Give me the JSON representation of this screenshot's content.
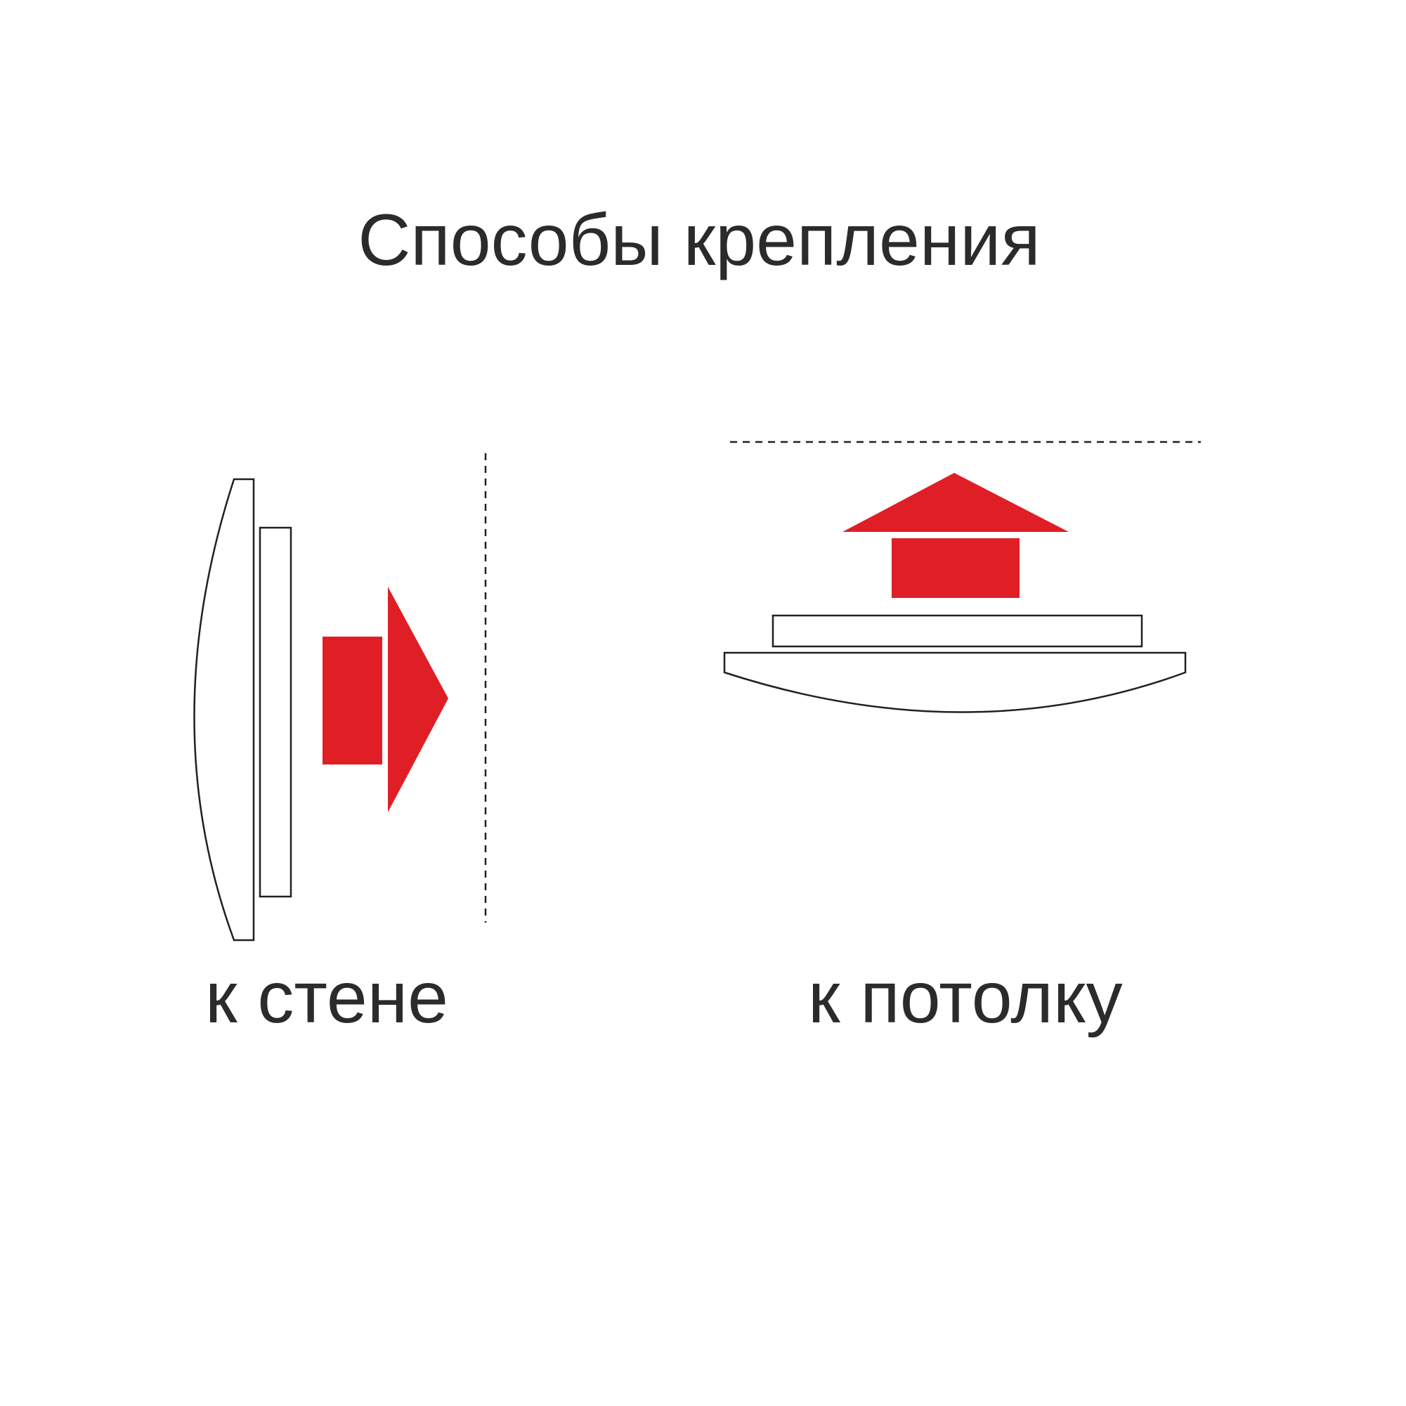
{
  "title": "Способы крепления",
  "methods": [
    {
      "label": "к стене"
    },
    {
      "label": "к потолку"
    }
  ],
  "colors": {
    "arrow": "#e01e26",
    "outline": "#231f20",
    "text": "#2b2b2b",
    "background": "#ffffff"
  }
}
